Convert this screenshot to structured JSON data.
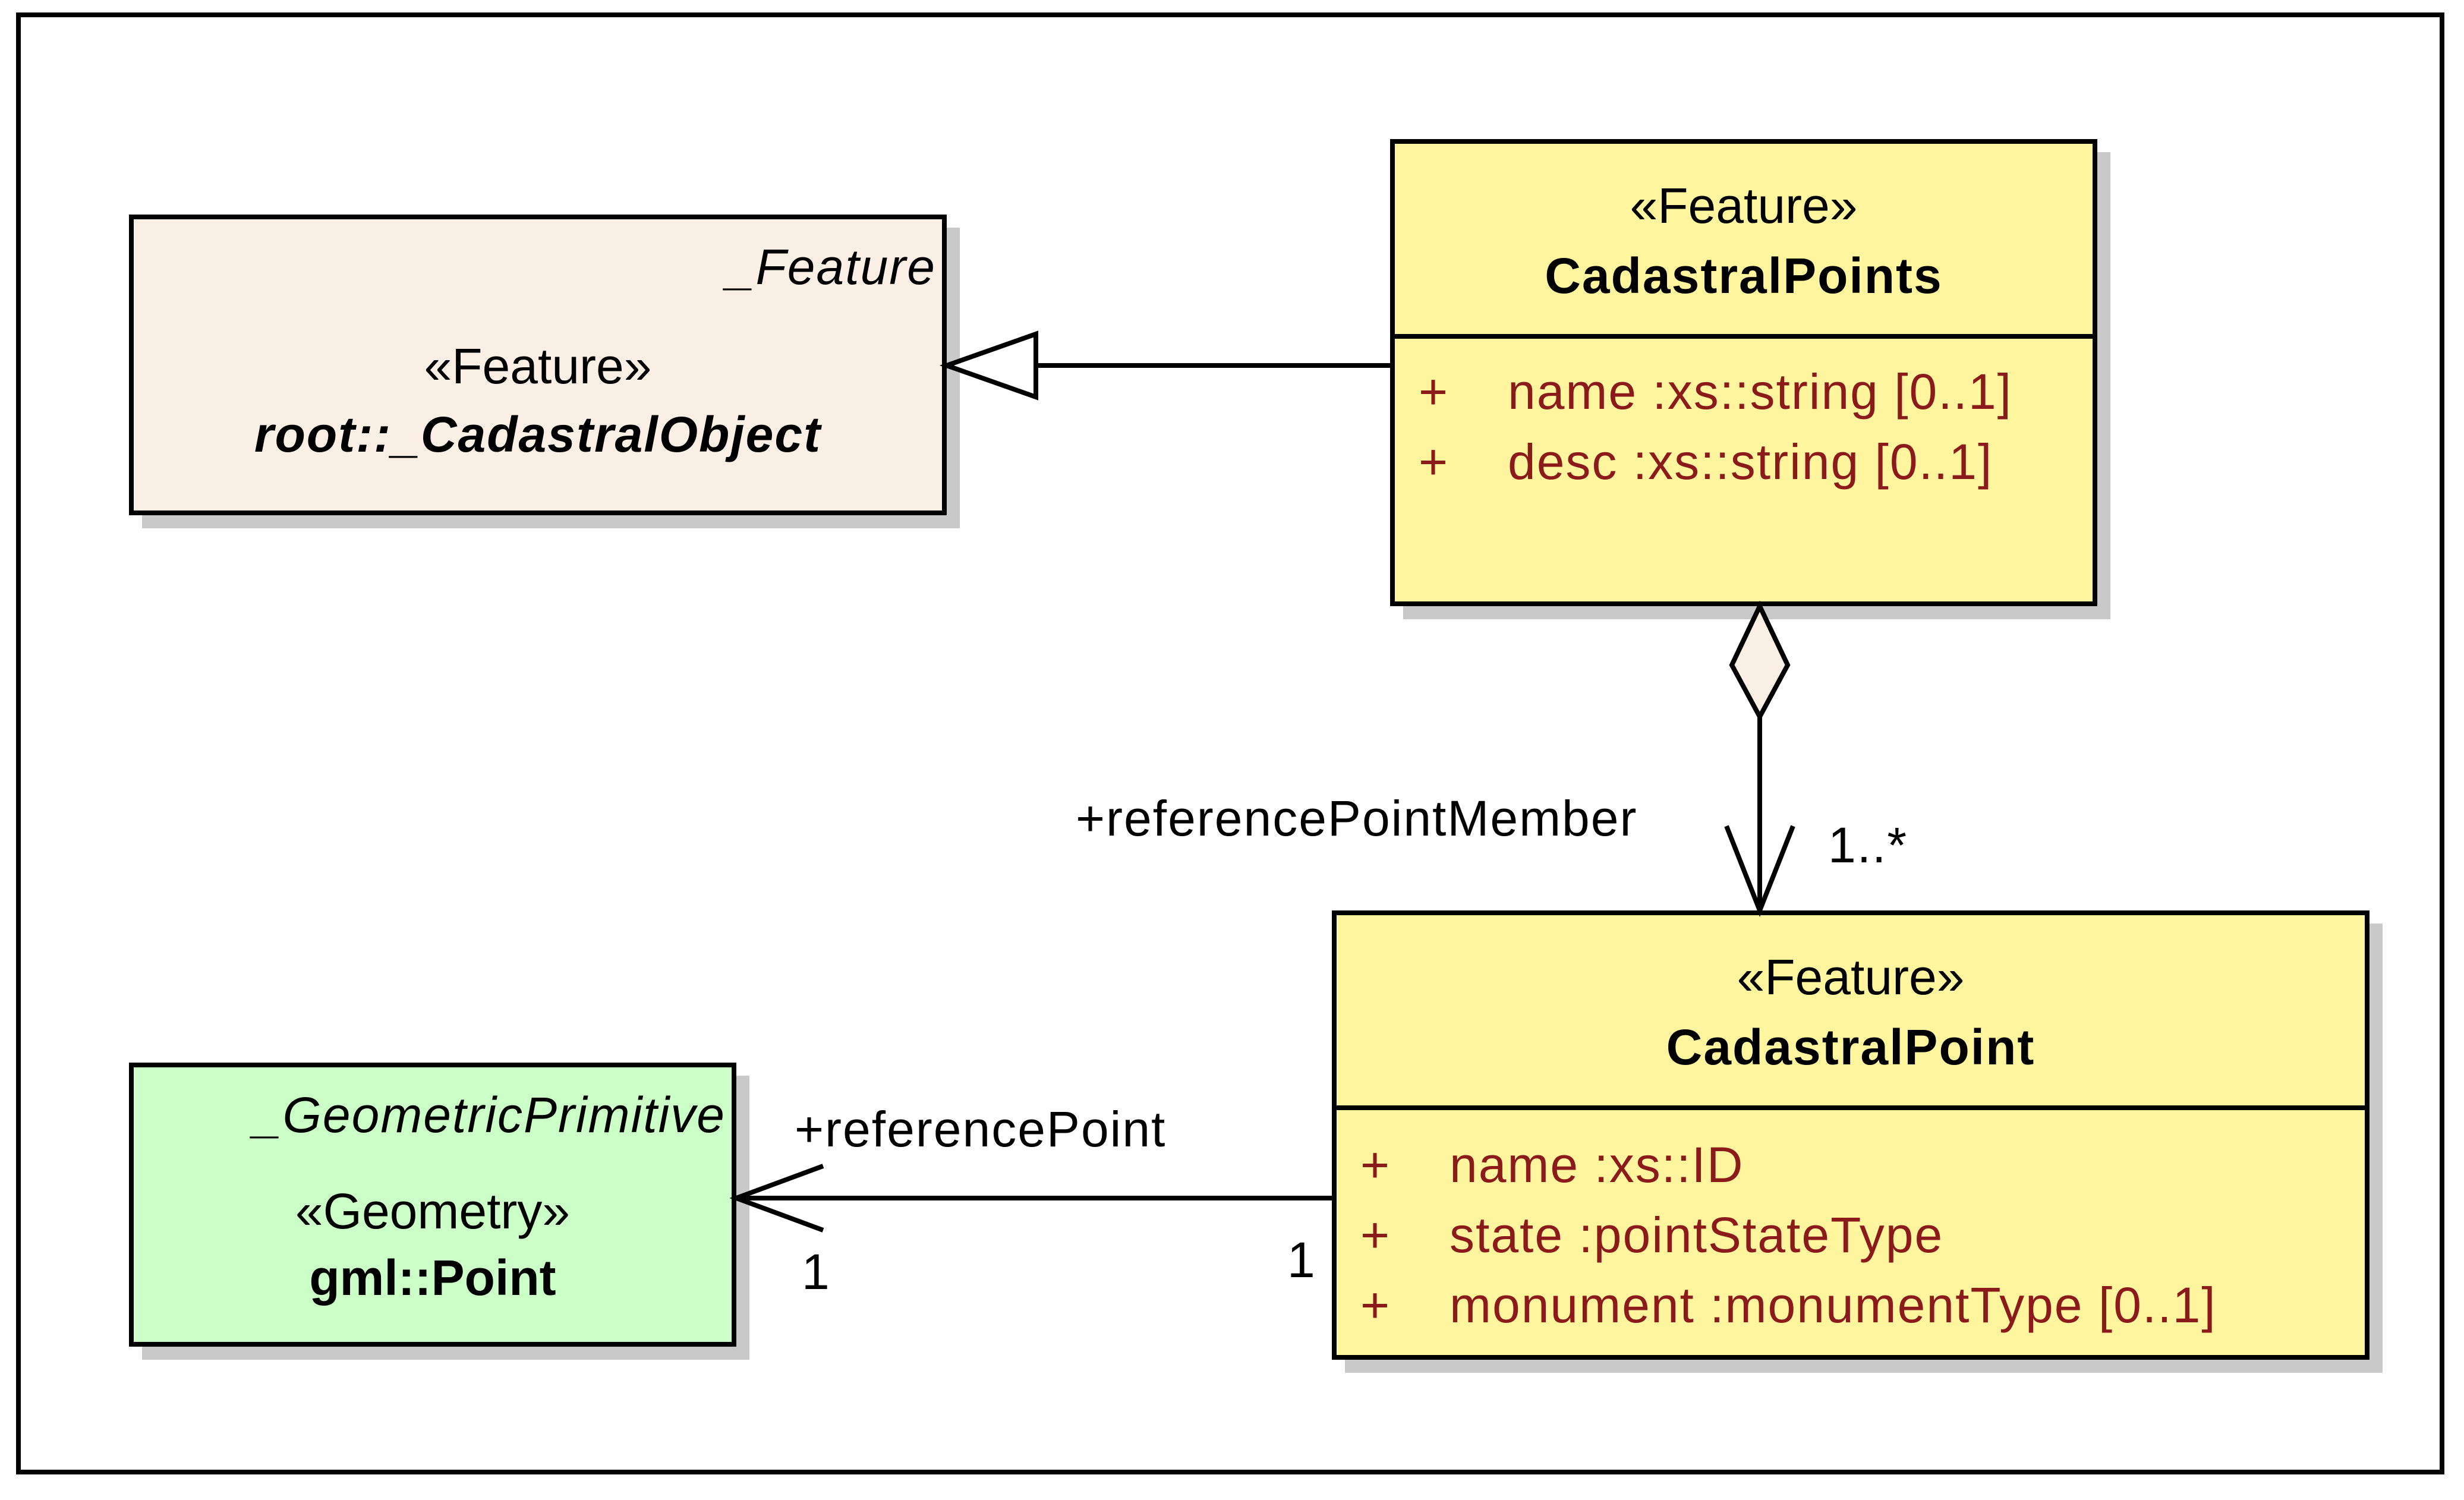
{
  "classes": {
    "cadastral_object": {
      "tagged_value": "_Feature",
      "stereotype": "«Feature»",
      "name": "root::_CadastralObject"
    },
    "cadastral_points": {
      "stereotype": "«Feature»",
      "name": "CadastralPoints",
      "attributes": [
        {
          "visibility": "+",
          "text": "name  :xs::string [0..1]"
        },
        {
          "visibility": "+",
          "text": "desc  :xs::string [0..1]"
        }
      ]
    },
    "cadastral_point": {
      "stereotype": "«Feature»",
      "name": "CadastralPoint",
      "attributes": [
        {
          "visibility": "+",
          "text": "name  :xs::ID"
        },
        {
          "visibility": "+",
          "text": "state  :pointStateType"
        },
        {
          "visibility": "+",
          "text": "monument  :monumentType [0..1]"
        }
      ]
    },
    "gml_point": {
      "tagged_value": "_GeometricPrimitive",
      "stereotype": "«Geometry»",
      "name": "gml::Point"
    }
  },
  "associations": {
    "reference_point_member": {
      "role": "+referencePointMember",
      "multiplicity": "1..*"
    },
    "reference_point": {
      "role": "+referencePoint",
      "target_multiplicity": "1",
      "source_multiplicity": "1"
    }
  },
  "colors": {
    "feature_fill": "#fff59f",
    "abstract_fill": "#faefe4",
    "geometry_fill": "#ccffc8",
    "attribute_text": "#8b1a1a",
    "shadow": "#c9c9c9"
  }
}
